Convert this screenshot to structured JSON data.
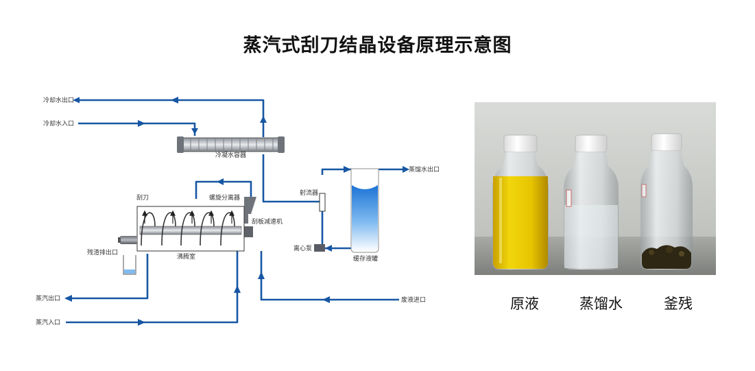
{
  "title": "蒸汽式刮刀结晶设备原理示意图",
  "labels": {
    "cooling_out": "冷却水出口",
    "cooling_in": "冷却水入口",
    "condenser": "冷凝水容器",
    "scraper": "刮刀",
    "screw_separator": "螺旋分离器",
    "scraper_reducer": "刮板减速机",
    "residue_out": "残渣排出口",
    "boiling_chamber": "沸腾室",
    "steam_out": "蒸汽出口",
    "steam_in": "蒸汽入口",
    "ejector": "射流器",
    "centrifugal_pump": "离心泵",
    "buffer_tank": "缓存液罐",
    "distilled_out": "蒸馏水出口",
    "waste_in": "废液进口"
  },
  "photo_captions": [
    "原液",
    "蒸馏水",
    "釜残"
  ],
  "colors": {
    "pipe": "#1656a3",
    "accent": "#1a6fd0"
  }
}
